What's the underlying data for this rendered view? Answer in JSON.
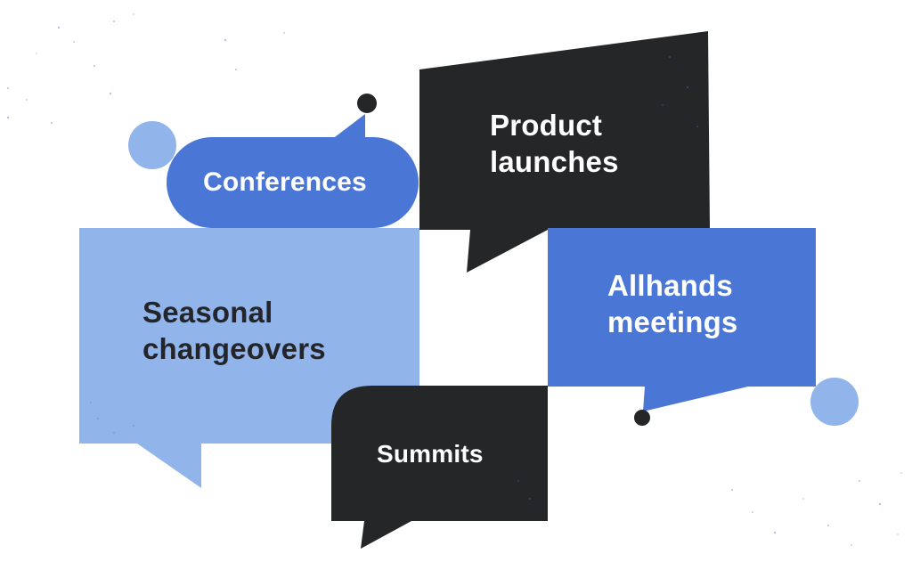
{
  "bubbles": {
    "conferences": {
      "lines": [
        "Conferences"
      ]
    },
    "product_launches": {
      "lines": [
        "Product",
        "launches"
      ]
    },
    "seasonal_changeovers": {
      "lines": [
        "Seasonal",
        "changeovers"
      ]
    },
    "allhands_meetings": {
      "lines": [
        "Allhands",
        "meetings"
      ]
    },
    "summits": {
      "lines": [
        "Summits"
      ]
    }
  },
  "colors": {
    "dark": "#252628",
    "medium_blue": "#4a76d6",
    "light_blue": "#91b4ea",
    "text_dark": "#24252a",
    "text_light": "#ffffff"
  }
}
